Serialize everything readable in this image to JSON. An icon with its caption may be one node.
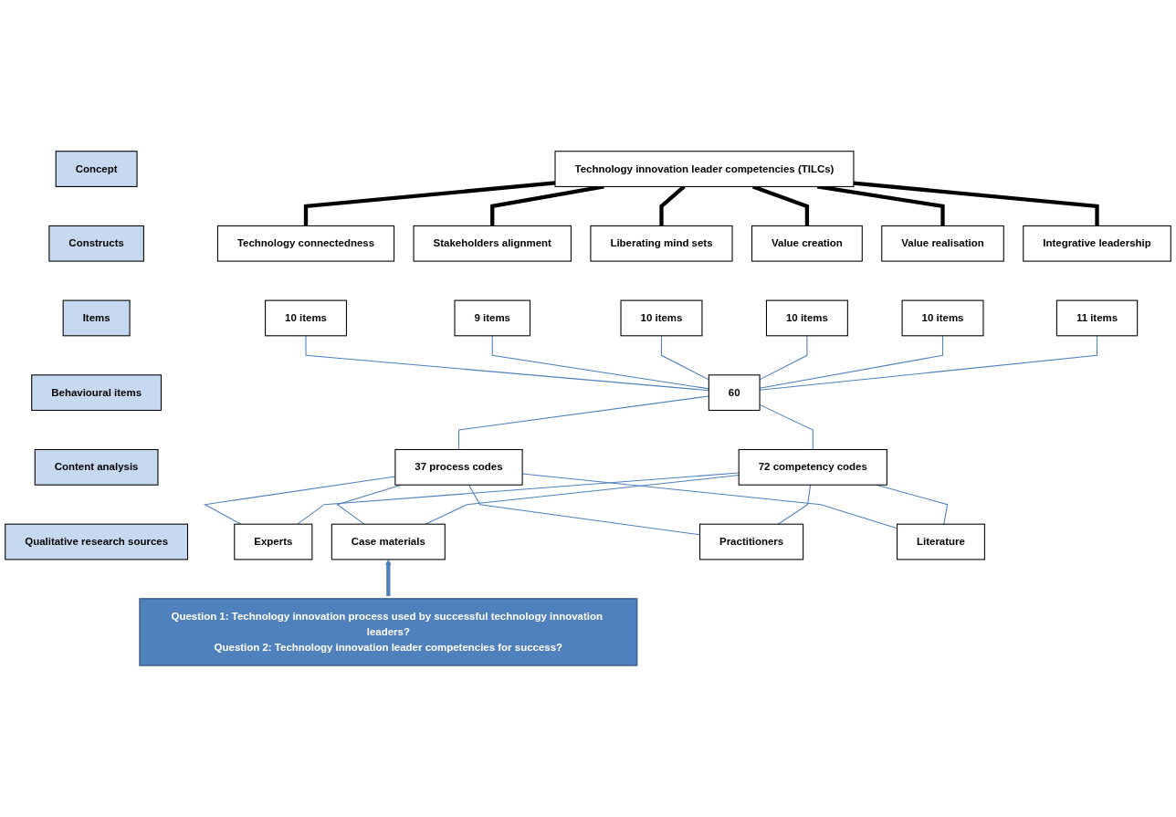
{
  "diagram": {
    "nodes": [
      {
        "text": [
          "Concept"
        ]
      },
      {
        "text": [
          "Technology innovation leader competencies (TILCs)"
        ]
      },
      {
        "text": [
          "Constructs"
        ]
      },
      {
        "text": [
          "Technology connectedness"
        ]
      },
      {
        "text": [
          "Stakeholders alignment"
        ]
      },
      {
        "text": [
          "Liberating mind sets"
        ]
      },
      {
        "text": [
          "Value creation"
        ]
      },
      {
        "text": [
          "Value realisation"
        ]
      },
      {
        "text": [
          "Integrative leadership"
        ]
      },
      {
        "text": [
          "Items"
        ]
      },
      {
        "text": [
          "10 items"
        ]
      },
      {
        "text": [
          "9 items"
        ]
      },
      {
        "text": [
          "10 items"
        ]
      },
      {
        "text": [
          "10 items"
        ]
      },
      {
        "text": [
          "10 items"
        ]
      },
      {
        "text": [
          "11 items"
        ]
      },
      {
        "text": [
          "Behavioural items"
        ]
      },
      {
        "text": [
          "60"
        ]
      },
      {
        "text": [
          "Content analysis"
        ]
      },
      {
        "text": [
          "37 process codes"
        ]
      },
      {
        "text": [
          "72 competency codes"
        ]
      },
      {
        "text": [
          "Qualitative research sources"
        ]
      },
      {
        "text": [
          "Experts"
        ]
      },
      {
        "text": [
          "Case materials"
        ]
      },
      {
        "text": [
          "Practitioners"
        ]
      },
      {
        "text": [
          "Literature"
        ]
      },
      {
        "text": [
          "Question 1: Technology innovation process used by successful technology innovation leaders?",
          "Question 2: Technology innovation leader competencies for success?"
        ]
      }
    ],
    "edges": [
      {
        "from": 1,
        "to": 3,
        "arrow": "none",
        "style": "thick",
        "color": "#000000"
      },
      {
        "from": 1,
        "to": 4,
        "arrow": "none",
        "style": "thick",
        "color": "#000000"
      },
      {
        "from": 1,
        "to": 5,
        "arrow": "none",
        "style": "thick",
        "color": "#000000"
      },
      {
        "from": 1,
        "to": 6,
        "arrow": "none",
        "style": "thick",
        "color": "#000000"
      },
      {
        "from": 1,
        "to": 7,
        "arrow": "none",
        "style": "thick",
        "color": "#000000"
      },
      {
        "from": 1,
        "to": 8,
        "arrow": "none",
        "style": "thick",
        "color": "#000000"
      },
      {
        "from": 10,
        "to": 17,
        "arrow": "none"
      },
      {
        "from": 11,
        "to": 17,
        "arrow": "none"
      },
      {
        "from": 12,
        "to": 17,
        "arrow": "none"
      },
      {
        "from": 13,
        "to": 17,
        "arrow": "none"
      },
      {
        "from": 14,
        "to": 17,
        "arrow": "none"
      },
      {
        "from": 15,
        "to": 17,
        "arrow": "none"
      },
      {
        "from": 17,
        "to": 19,
        "arrow": "none"
      },
      {
        "from": 17,
        "to": 20,
        "arrow": "none"
      },
      {
        "from": 19,
        "to": 22,
        "arrow": "none"
      },
      {
        "from": 19,
        "to": 23,
        "arrow": "none"
      },
      {
        "from": 19,
        "to": 24,
        "arrow": "none"
      },
      {
        "from": 19,
        "to": 25,
        "arrow": "none"
      },
      {
        "from": 20,
        "to": 22,
        "arrow": "none"
      },
      {
        "from": 20,
        "to": 23,
        "arrow": "none"
      },
      {
        "from": 20,
        "to": 24,
        "arrow": "none"
      },
      {
        "from": 20,
        "to": 25,
        "arrow": "none"
      },
      {
        "from": 26,
        "to": 23,
        "arrow": "to",
        "style": "thick"
      }
    ]
  }
}
